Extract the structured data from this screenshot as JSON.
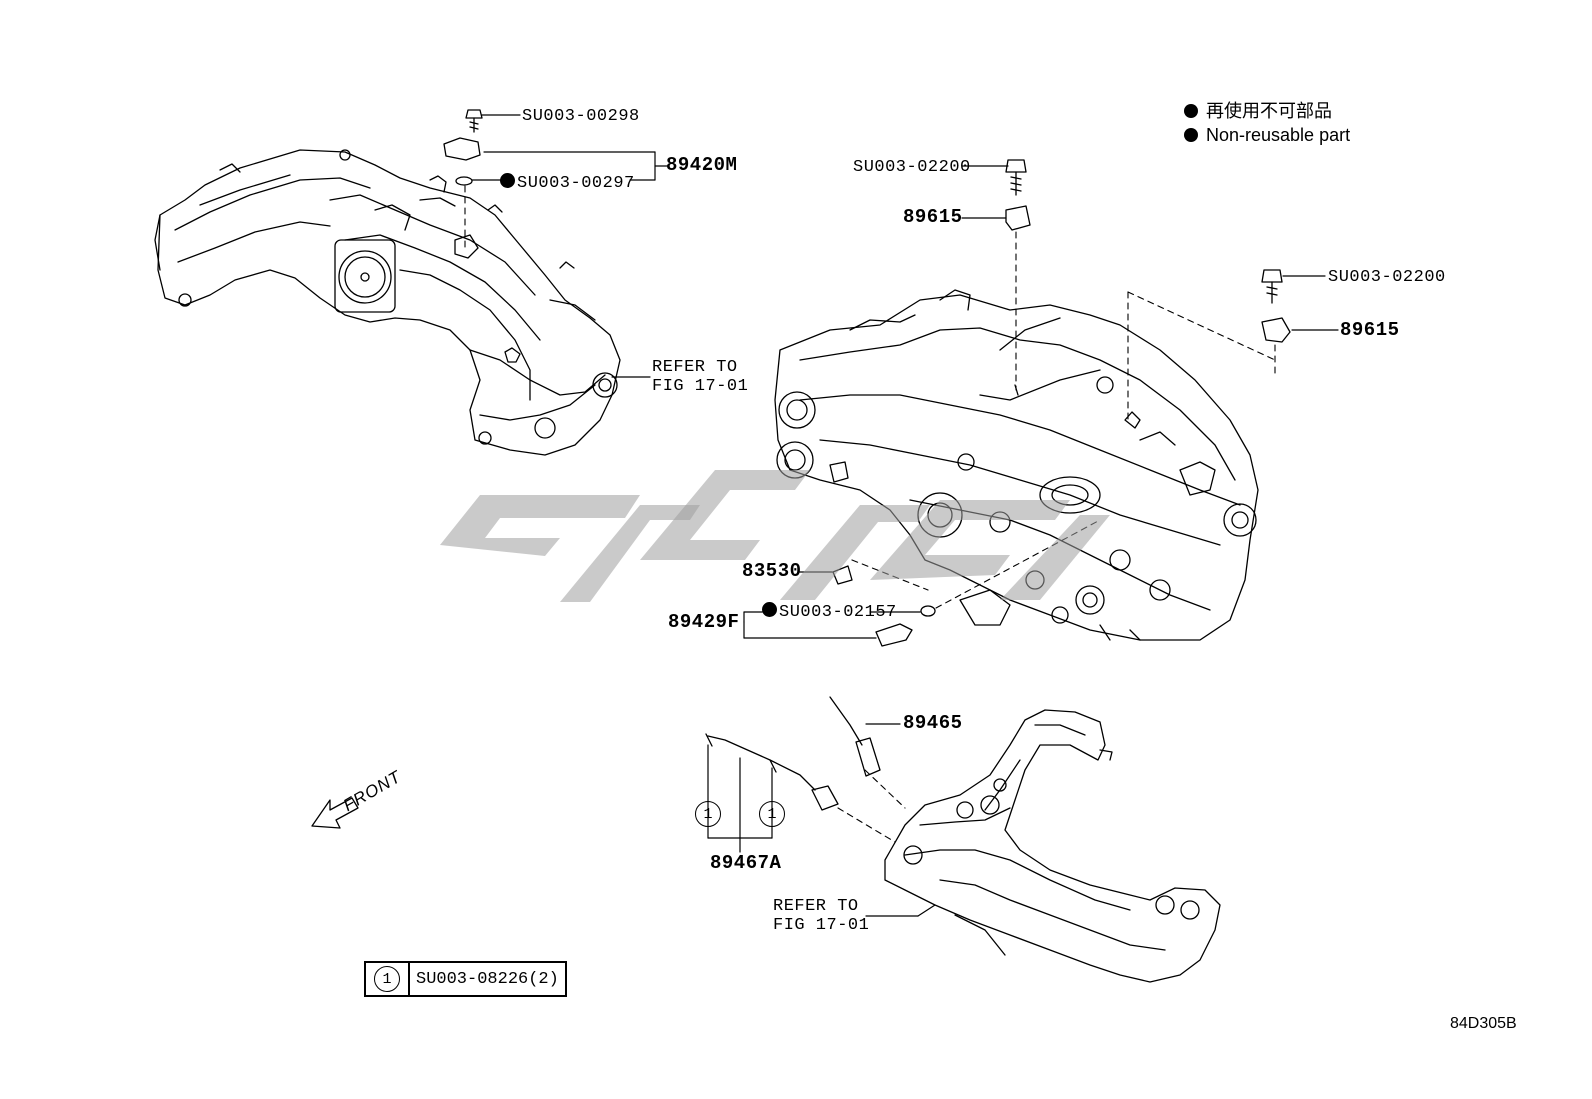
{
  "legend": {
    "line1": "再使用不可部品",
    "line2": "Non-reusable part"
  },
  "labels": {
    "su003_00298": "SU003-00298",
    "su003_00297": "SU003-00297",
    "p89420m": "89420M",
    "refer_to_1": "REFER TO",
    "fig_17_01_1": "FIG 17-01",
    "su003_02200_a": "SU003-02200",
    "p89615_a": "89615",
    "su003_02200_b": "SU003-02200",
    "p89615_b": "89615",
    "p83530": "83530",
    "su003_02157": "SU003-02157",
    "p89429f": "89429F",
    "p89465": "89465",
    "circle_1a": "1",
    "circle_1b": "1",
    "p89467a": "89467A",
    "refer_to_2": "REFER TO",
    "fig_17_01_2": "FIG 17-01",
    "front": "FRONT"
  },
  "footnote_box": {
    "index": "1",
    "text": "SU003-08226(2)"
  },
  "diagram_code": "84D305B"
}
